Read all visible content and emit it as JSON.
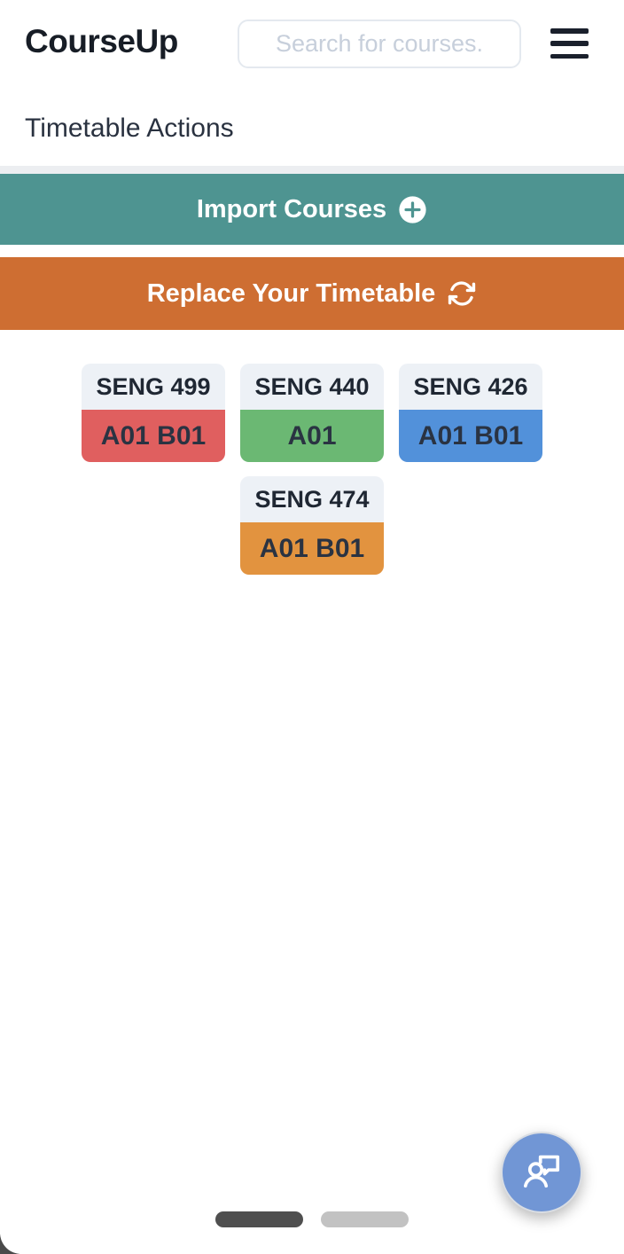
{
  "header": {
    "brand": "CourseUp",
    "search_placeholder": "Search for courses.",
    "menu_icon": "hamburger-icon"
  },
  "section": {
    "title": "Timetable Actions"
  },
  "actions": {
    "import": {
      "label": "Import Courses",
      "icon": "plus-circle-icon",
      "color": "#4E9491"
    },
    "replace": {
      "label": "Replace Your Timetable",
      "icon": "repeat-icon",
      "color": "#CE6E32"
    }
  },
  "courses": [
    {
      "code": "SENG 499",
      "sections": "A01 B01",
      "color": "#E05F5F"
    },
    {
      "code": "SENG 440",
      "sections": "A01",
      "color": "#6BB873"
    },
    {
      "code": "SENG 426",
      "sections": "A01 B01",
      "color": "#5291DA"
    },
    {
      "code": "SENG 474",
      "sections": "A01 B01",
      "color": "#E2933F"
    }
  ],
  "fab": {
    "icon": "feedback-person-icon",
    "color": "#7196D5"
  },
  "pagination": {
    "active_color": "#4F4F4F",
    "inactive_color": "#C2C2C2"
  }
}
